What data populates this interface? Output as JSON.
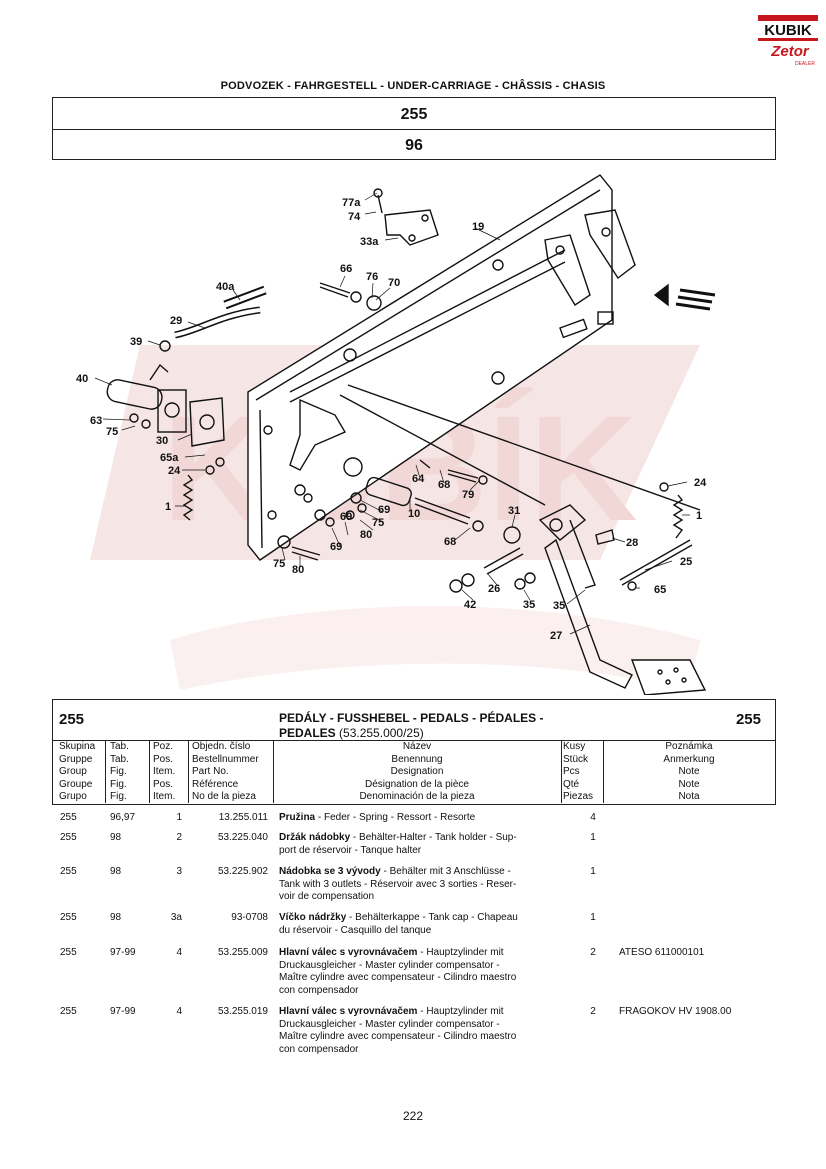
{
  "logo": {
    "line1": "KUBIK",
    "line2": "Zetor",
    "line3": "DEALER"
  },
  "header": {
    "title": "PODVOZEK - FAHRGESTELL - UNDER-CARRIAGE - CHÂSSIS - CHASIS",
    "group_number": "255",
    "figure_number": "96"
  },
  "watermark": "KUBÍK",
  "diagram_labels": {
    "l77a": "77a",
    "l74": "74",
    "l33a": "33a",
    "l19": "19",
    "l66": "66",
    "l76": "76",
    "l70": "70",
    "l40a": "40a",
    "l29": "29",
    "l39": "39",
    "l40": "40",
    "l63": "63",
    "l75a": "75",
    "l30": "30",
    "l65a": "65a",
    "l24a": "24",
    "l1a": "1",
    "l64": "64",
    "l68a": "68",
    "l79": "79",
    "l69a": "69",
    "l75b": "75",
    "l10": "10",
    "l69b": "69",
    "l80a": "80",
    "l69c": "69",
    "l75c": "75",
    "l80b": "80",
    "l68b": "68",
    "l31": "31",
    "l28": "28",
    "l24b": "24",
    "l1b": "1",
    "l25": "25",
    "l26": "26",
    "l42": "42",
    "l35a": "35",
    "l65b": "65",
    "l35b": "35",
    "l27": "27"
  },
  "table": {
    "group_left": "255",
    "group_right": "255",
    "title_line1": "PEDÁLY - FUSSHEBEL - PEDALS - PÉDALES -",
    "title_line2": "PEDALES",
    "title_ref": "(53.255.000/25)",
    "columns": {
      "skupina": [
        "Skupina",
        "Gruppe",
        "Group",
        "Groupe",
        "Grupo"
      ],
      "tab": [
        "Tab.",
        "Tab.",
        "Fig.",
        "Fig.",
        "Fig."
      ],
      "poz": [
        "Poz.",
        "Pos.",
        "Item.",
        "Pos.",
        "Item."
      ],
      "objcislo": [
        "Objedn. číslo",
        "Bestellnummer",
        "Part No.",
        "Référence",
        "No de la pieza"
      ],
      "nazev": [
        "Název",
        "Benennung",
        "Designation",
        "Désignation de la pièce",
        "Denominación de la pieza"
      ],
      "kusy": [
        "Kusy",
        "Stück",
        "Pcs",
        "Qté",
        "Piezas"
      ],
      "poznamka": [
        "Poznámka",
        "Anmerkung",
        "Note",
        "Note",
        "Nota"
      ]
    },
    "rows": [
      {
        "group": "255",
        "tab": "96,97",
        "pos": "1",
        "part": "13.255.011",
        "name_bold": "Pružina",
        "name_rest": " - Feder - Spring - Ressort - Resorte",
        "name_lines": [],
        "qty": "4",
        "note": ""
      },
      {
        "group": "255",
        "tab": "98",
        "pos": "2",
        "part": "53.225.040",
        "name_bold": "Držák nádobky",
        "name_rest": " - Behälter-Halter - Tank holder - Sup-",
        "name_lines": [
          "port de réservoir - Tanque halter"
        ],
        "qty": "1",
        "note": ""
      },
      {
        "group": "255",
        "tab": "98",
        "pos": "3",
        "part": "53.225.902",
        "name_bold": "Nádobka se 3 vývody",
        "name_rest": " - Behälter mit 3 Anschlüsse -",
        "name_lines": [
          "Tank with 3 outlets - Réservoir avec 3 sorties - Reser-",
          "voir de compensation"
        ],
        "qty": "1",
        "note": ""
      },
      {
        "group": "255",
        "tab": "98",
        "pos": "3a",
        "part": "93-0708",
        "name_bold": "Víčko nádržky",
        "name_rest": " - Behälterkappe - Tank cap - Chapeau",
        "name_lines": [
          "du réservoir - Casquillo del tanque"
        ],
        "qty": "1",
        "note": ""
      },
      {
        "group": "255",
        "tab": "97-99",
        "pos": "4",
        "part": "53.255.009",
        "name_bold": "Hlavní válec s vyrovnávačem",
        "name_rest": " - Hauptzylinder mit",
        "name_lines": [
          "Druckausgleicher - Master cylinder compensator -",
          "Maître cylindre avec compensateur - Cilindro maestro",
          "con compensador"
        ],
        "qty": "2",
        "note": "ATESO 611000101"
      },
      {
        "group": "255",
        "tab": "97-99",
        "pos": "4",
        "part": "53.255.019",
        "name_bold": "Hlavní válec s vyrovnávačem",
        "name_rest": " - Hauptzylinder mit",
        "name_lines": [
          "Druckausgleicher - Master cylinder compensator -",
          "Maître cylindre avec compensateur - Cilindro maestro",
          "con compensador"
        ],
        "qty": "2",
        "note": "FRAGOKOV HV 1908.00"
      }
    ]
  },
  "page_number": "222",
  "colors": {
    "logo_red": "#c8161d",
    "watermark": "#f3dada",
    "ink": "#111111"
  }
}
